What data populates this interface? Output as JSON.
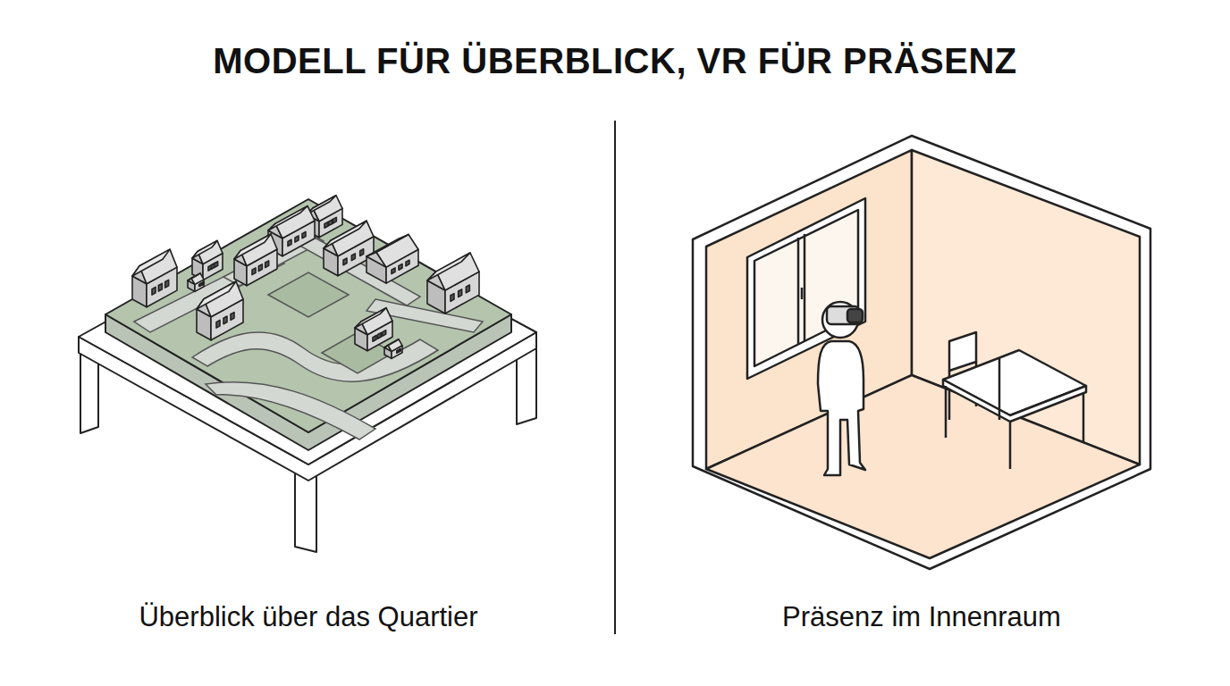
{
  "diagram": {
    "title": "MODELL FÜR ÜBERBLICK, VR FÜR PRÄSENZ",
    "labels": [
      "Überblick über das Quartier",
      "Präsenz im Innenraum"
    ]
  }
}
